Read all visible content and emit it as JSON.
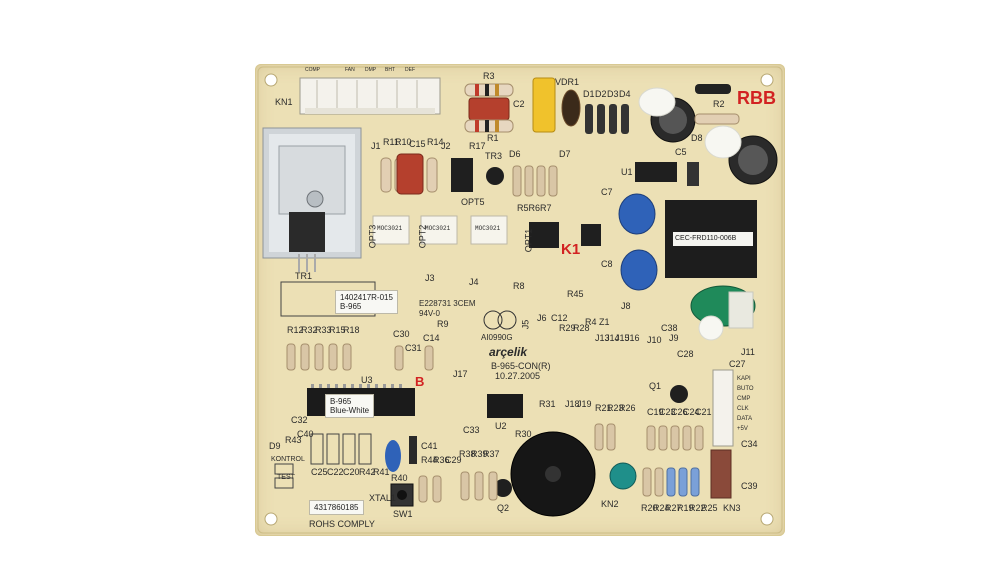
{
  "board": {
    "connector_top": "KN1",
    "sticker_top": [
      "1402417R-015",
      "B-965"
    ],
    "sticker_chip": [
      "B-965",
      "Blue-White"
    ],
    "sticker_bottom": "4317860185",
    "transformer_label": "CEC-FRD110-006B",
    "brand": "arçelik",
    "model": "B-965-CON(R)",
    "date": "10.27.2005",
    "cert": "E228731  3CEM",
    "rating": "94V-0",
    "part_code": "AI0990G",
    "rohs": "ROHS COMPLY",
    "ic_mark": "MOC3021",
    "buzzer_name": "KN2",
    "switch_name": "SW1",
    "text_kontrol": "KONTROL",
    "text_test": "TEST",
    "right_connector_pins": [
      "KAPI",
      "BUTO",
      "CMP",
      "CLK",
      "DATA",
      "+5V"
    ],
    "top_pins": [
      "COMP",
      "FAN",
      "DMP",
      "BHT",
      "DEF"
    ]
  },
  "refdes": {
    "R3": "R3",
    "R1": "R1",
    "C2": "C2",
    "VDR1": "VDR1",
    "D1": "D1",
    "D2": "D2",
    "D3": "D3",
    "D4": "D4",
    "R2": "R2",
    "D8": "D8",
    "C5": "C5",
    "U1": "U1",
    "C7": "C7",
    "C8": "C8",
    "J1": "J1",
    "R11": "R11",
    "R10": "R10",
    "C15": "C15",
    "R14": "R14",
    "J2": "J2",
    "R17": "R17",
    "TR3": "TR3",
    "D6": "D6",
    "D7": "D7",
    "R5R6R7": "R5R6R7",
    "TR1": "TR1",
    "OPT3": "OPT3",
    "OPT2": "OPT2",
    "OPT5": "OPT5",
    "OPT1": "OPT1",
    "K1": "K1",
    "J3": "J3",
    "J4": "J4",
    "J5": "J5",
    "J6": "J6",
    "J8": "J8",
    "J9": "J9",
    "J10": "J10",
    "J11": "J11",
    "R8": "R8",
    "C12": "C12",
    "R4": "R4",
    "Z1": "Z1",
    "R45": "R45",
    "C38": "C38",
    "R12": "R12",
    "R32": "R32",
    "R33": "R33",
    "R15": "R15",
    "R18": "R18",
    "C30": "C30",
    "C31": "C31",
    "R9": "R9",
    "C14": "C14",
    "R29": "R29",
    "R28": "R28",
    "J13": "J13",
    "J14": "J14",
    "J15": "J15",
    "J16": "J16",
    "C28": "C28",
    "Q1": "Q1",
    "C27": "C27",
    "U3": "U3",
    "J17": "J17",
    "U2": "U2",
    "R31": "R31",
    "J18": "J18",
    "J19": "J19",
    "R30": "R30",
    "C33": "C33",
    "R21": "R21",
    "R23": "R23",
    "R26": "R26",
    "C19": "C19",
    "C23": "C23",
    "C26": "C26",
    "C24": "C24",
    "C21": "C21",
    "C34": "C34",
    "D9": "D9",
    "R43": "R43",
    "C32": "C32",
    "C40": "C40",
    "C25": "C25",
    "C22": "C22",
    "C20": "C20",
    "R42": "R42",
    "R41": "R41",
    "C41": "C41",
    "R44": "R44",
    "R36": "R36",
    "C29": "C29",
    "R38": "R38",
    "R39": "R39",
    "R37": "R37",
    "R40": "R40",
    "XTAL1": "XTAL1",
    "Q2": "Q2",
    "R20": "R20",
    "R24": "R24",
    "R27": "R27",
    "R19": "R19",
    "R22": "R22",
    "R25": "R25",
    "C39": "C39",
    "KN3": "KN3"
  },
  "colors": {
    "board": "#ece0b5",
    "silkscreen": "#2b2b2b",
    "red_mark": "#d22222",
    "capacitor_blue": "#2f62b8",
    "capacitor_green": "#1f8a5a",
    "electrolytic": "#222222",
    "connector": "#f4f2ec",
    "connector_brown": "#8a4a3a"
  }
}
